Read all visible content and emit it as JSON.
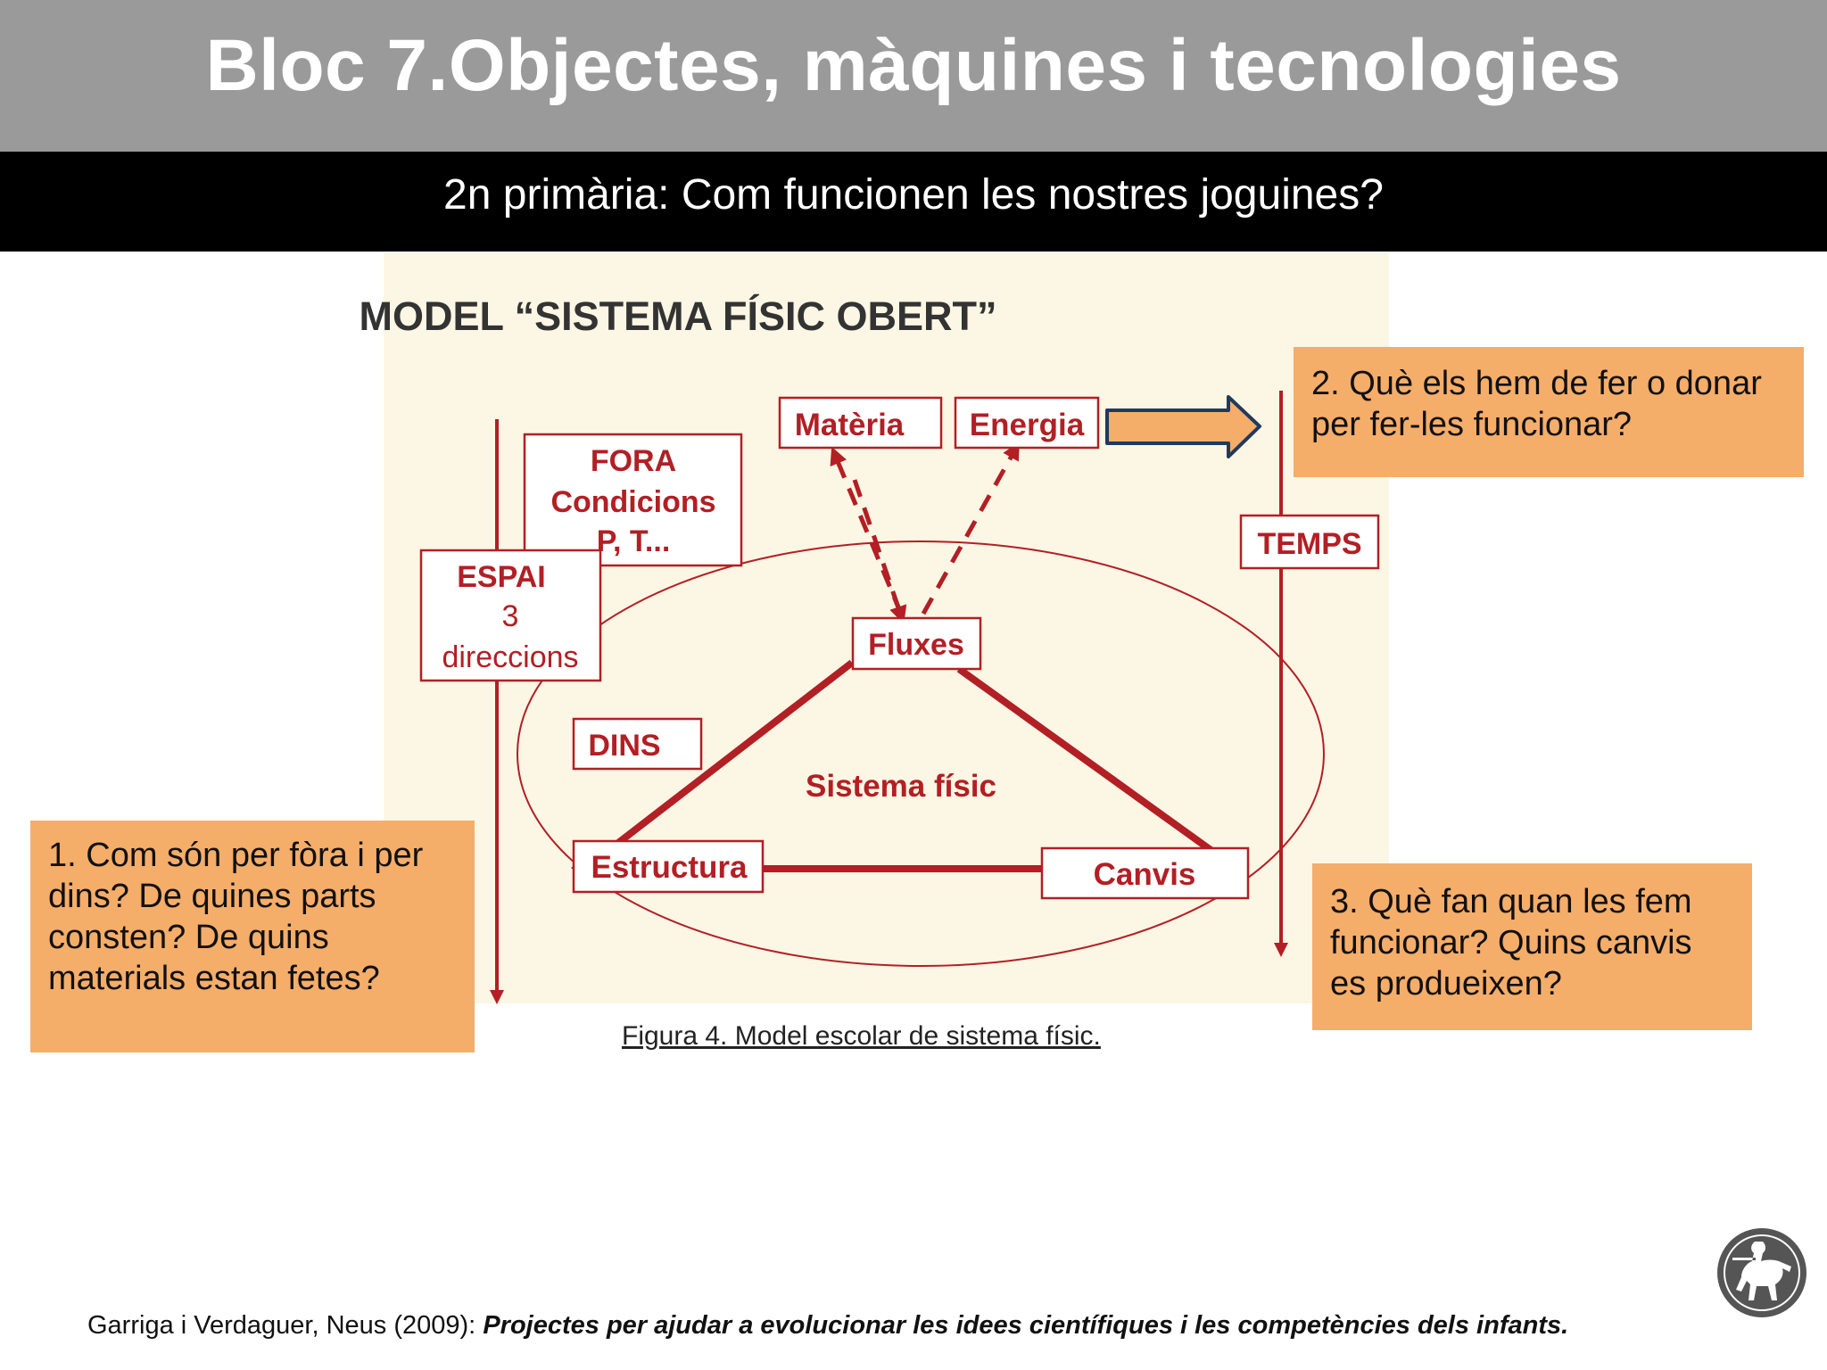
{
  "slide": {
    "title": "Bloc 7.Objectes, màquines i tecnologies",
    "subtitle": "2n primària: Com funcionen les nostres joguines?"
  },
  "diagram": {
    "heading": "MODEL “SISTEMA FÍSIC OBERT”",
    "nodes": {
      "materia": "Matèria",
      "energia": "Energia",
      "fora_line1": "FORA",
      "fora_line2": "Condicions",
      "fora_line3": "P, T...",
      "espai_line1": "ESPAI",
      "espai_line2": "3",
      "espai_line3": "direccions",
      "temps": "TEMPS",
      "fluxes": "Fluxes",
      "dins": "DINS",
      "sistema": "Sistema físic",
      "estructura": "Estructura",
      "canvis": "Canvis"
    },
    "caption": "Figura 4. Model escolar de sistema físic.",
    "colors": {
      "panel": "#fcf6e4",
      "line": "#b21f24",
      "text": "#b21f24",
      "heading": "#333333",
      "arrow_fill": "#f5ad6a",
      "arrow_stroke": "#1f3a5f"
    }
  },
  "questions": {
    "q1": "1. Com són per fòra i per dins?  De quines parts consten? De quins materials estan fetes?",
    "q2": "2. Què els hem de fer o donar per fer-les funcionar?",
    "q3": "3. Què fan quan les fem funcionar? Quins canvis es produeixen?"
  },
  "reference": {
    "author": "Garriga i Verdaguer, Neus (2009): ",
    "work": "Projectes per ajudar a evolucionar les idees científiques i les competències dels infants."
  },
  "logo": {
    "icon": "centaur-logo-icon"
  }
}
